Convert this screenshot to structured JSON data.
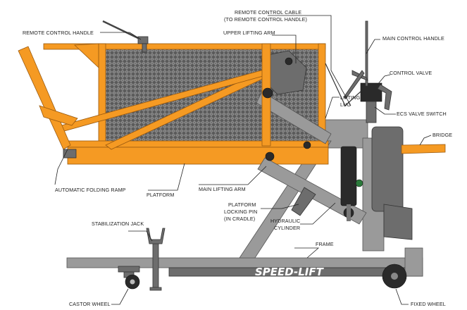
{
  "labels": {
    "remote_control_cable_line1": "REMOTE CONTROL CABLE",
    "remote_control_cable_line2": "(TO REMOTE CONTROL HANDLE)",
    "remote_control_handle": "REMOTE CONTROL HANDLE",
    "upper_lifting_arm": "UPPER LIFTING ARM",
    "main_control_handle": "MAIN CONTROL HANDLE",
    "control_valve": "CONTROL VALVE",
    "lifting_lug_line1": "LIFTING",
    "lifting_lug_line2": "LUG",
    "ecs_valve_switch": "ECS VALVE SWITCH",
    "bridge": "BRIDGE",
    "automatic_folding_ramp": "AUTOMATIC FOLDING RAMP",
    "platform": "PLATFORM",
    "main_lifting_arm": "MAIN LIFTING ARM",
    "platform_locking_pin_line1": "PLATFORM",
    "platform_locking_pin_line2": "LOCKING PIN",
    "platform_locking_pin_line3": "(IN CRADLE)",
    "hydraulic_cylinder_line1": "HYDRAULIC",
    "hydraulic_cylinder_line2": "CYLINDER",
    "stabilization_jack": "STABILIZATION JACK",
    "frame": "FRAME",
    "castor_wheel": "CASTOR WHEEL",
    "fixed_wheel": "FIXED WHEEL"
  },
  "brand": {
    "logo_text": "SPEED-LIFT"
  },
  "colors": {
    "platform_orange": "#f59a23",
    "frame_gray": "#9a9a9a",
    "mesh_dark": "#555555"
  }
}
